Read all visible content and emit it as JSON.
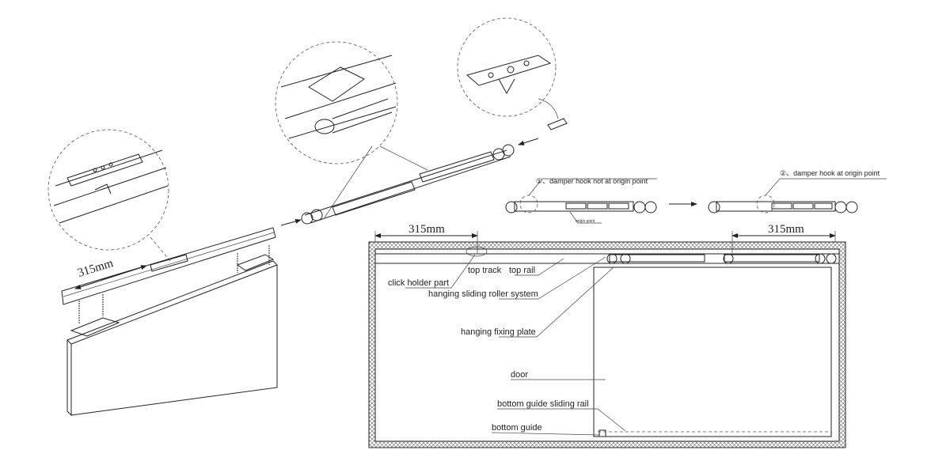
{
  "labels": {
    "left_dimension": "315mm",
    "frame_dimension_left": "315mm",
    "frame_dimension_right": "315mm",
    "damper_state_1": "①、damper hook not at origin point",
    "damper_state_2": "②、damper hook at origin point",
    "origin_point": "origin point",
    "top_track": "top track",
    "top_rail": "top rail",
    "click_holder_part": "click holder part",
    "hanging_sliding_roller_system": "hanging sliding roller system",
    "hanging_fixing_plate": "hanging fixing plate",
    "door": "door",
    "bottom_guide_sliding_rail": "bottom guide sliding rail",
    "bottom_guide": "bottom guide"
  }
}
